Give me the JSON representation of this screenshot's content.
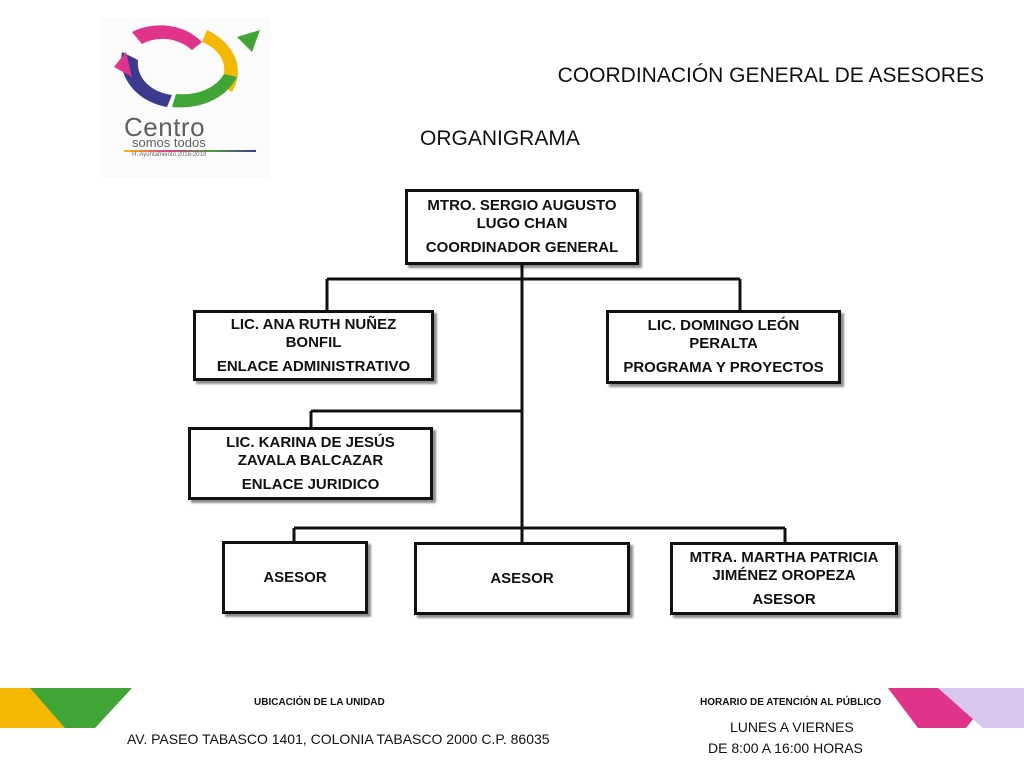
{
  "header": {
    "logo": {
      "name": "Centro",
      "tagline": "somos todos",
      "small": "H. Ayuntamiento 2016-2018"
    },
    "title": "COORDINACIÓN GENERAL DE ASESORES",
    "subtitle": "ORGANIGRAMA"
  },
  "org": {
    "coordinator": {
      "name": "MTRO. SERGIO AUGUSTO LUGO CHAN",
      "role": "COORDINADOR GENERAL"
    },
    "admin": {
      "name": "LIC. ANA RUTH NUÑEZ BONFIL",
      "role": "ENLACE ADMINISTRATIVO"
    },
    "programs": {
      "name": "LIC. DOMINGO LEÓN PERALTA",
      "role": "PROGRAMA Y PROYECTOS"
    },
    "legal": {
      "name": "LIC. KARINA DE JESÚS ZAVALA BALCAZAR",
      "role": "ENLACE JURIDICO"
    },
    "advisors": [
      {
        "role": "ASESOR"
      },
      {
        "role": "ASESOR"
      },
      {
        "name": "MTRA. MARTHA PATRICIA JIMÉNEZ OROPEZA",
        "role": "ASESOR"
      }
    ]
  },
  "footer": {
    "location_label": "UBICACIÓN DE LA UNIDAD",
    "address": "AV. PASEO TABASCO 1401, COLONIA TABASCO 2000 C.P. 86035",
    "hours_label": "HORARIO DE ATENCIÓN AL PÚBLICO",
    "days": "LUNES A VIERNES",
    "hours": "DE 8:00 A 16:00 HORAS"
  },
  "colors": {
    "yellow": "#f5b800",
    "green": "#3fa535",
    "magenta": "#e0338a",
    "purple": "#3b3a8c",
    "lavender": "#d8c6ef"
  }
}
